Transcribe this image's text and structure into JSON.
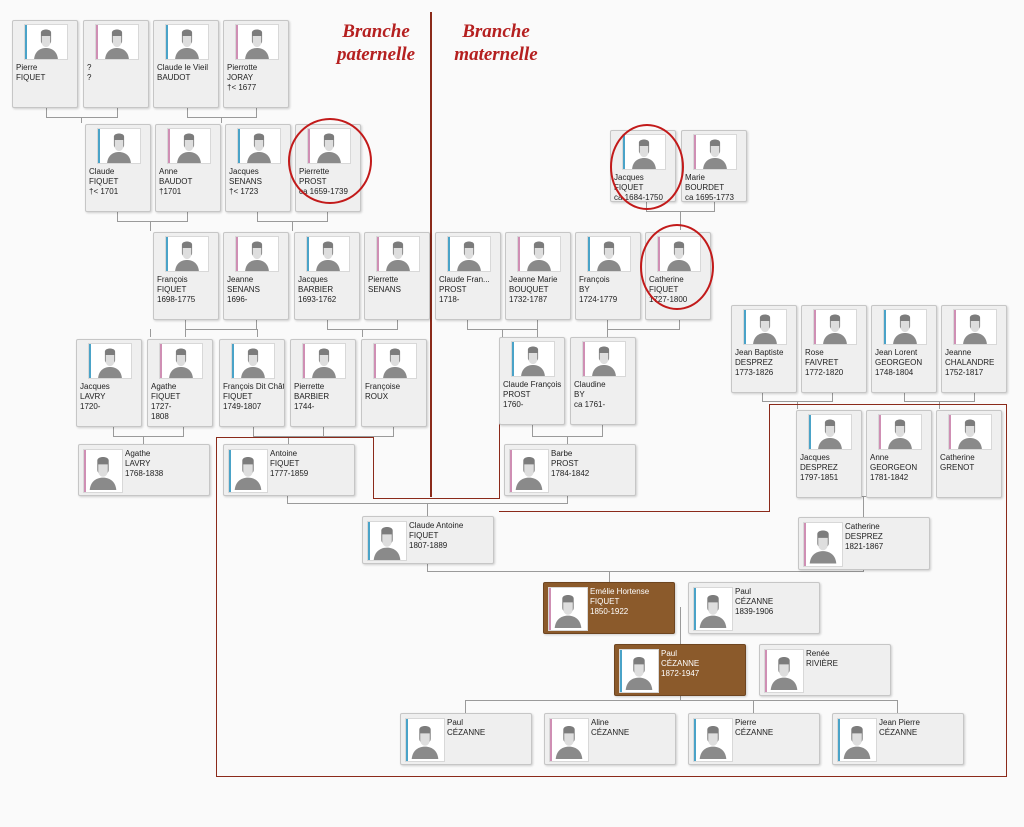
{
  "headings": {
    "paternal": "Branche\npaternelle",
    "maternal": "Branche\nmaternelle"
  },
  "colors": {
    "male": "#4aa3c8",
    "female": "#cf8fb4",
    "highlight": "#8b5a2b",
    "boundary": "#8b2a1a",
    "oval": "#c21a1a"
  },
  "people": [
    {
      "id": "pierre-fiquet",
      "text": "Pierre\nFIQUET",
      "sex": "male"
    },
    {
      "id": "unknown",
      "text": "?\n?",
      "sex": "female"
    },
    {
      "id": "claude-le-vieil-baudot",
      "text": "Claude le Vieil\nBAUDOT",
      "sex": "male"
    },
    {
      "id": "pierrotte-joray",
      "text": "Pierrotte\nJORAY\n†< 1677",
      "sex": "female"
    },
    {
      "id": "claude-fiquet",
      "text": "Claude\nFIQUET\n†< 1701",
      "sex": "male"
    },
    {
      "id": "anne-baudot",
      "text": "Anne\nBAUDOT\n†1701",
      "sex": "female"
    },
    {
      "id": "jacques-senans",
      "text": "Jacques\nSENANS\n†< 1723",
      "sex": "male"
    },
    {
      "id": "pierrette-prost",
      "text": "Pierrette\nPROST\nca 1659-1739",
      "sex": "female"
    },
    {
      "id": "jacques-fiquet",
      "text": "Jacques\nFIQUET\nca 1684-1750",
      "sex": "male"
    },
    {
      "id": "marie-bourdet",
      "text": "Marie\nBOURDET\nca 1695-1773",
      "sex": "female"
    },
    {
      "id": "francois-fiquet",
      "text": "François\nFIQUET\n1698-1775",
      "sex": "male"
    },
    {
      "id": "jeanne-senans",
      "text": "Jeanne\nSENANS\n1696-",
      "sex": "female"
    },
    {
      "id": "jacques-barbier",
      "text": "Jacques\nBARBIER\n1693-1762",
      "sex": "male"
    },
    {
      "id": "pierrette-senans",
      "text": "Pierrette\nSENANS",
      "sex": "female"
    },
    {
      "id": "claude-francois-prost-1718",
      "text": "Claude Fran...\nPROST\n1718-",
      "sex": "male"
    },
    {
      "id": "jeanne-marie-bouquet",
      "text": "Jeanne Marie\nBOUQUET\n1732-1787",
      "sex": "female"
    },
    {
      "id": "francois-by",
      "text": "François\nBY\n1724-1779",
      "sex": "male"
    },
    {
      "id": "catherine-fiquet",
      "text": "Catherine\nFIQUET\n1727-1800",
      "sex": "female"
    },
    {
      "id": "jean-baptiste-desprez",
      "text": "Jean Baptiste\nDESPREZ\n1773-1826",
      "sex": "male"
    },
    {
      "id": "rose-faivret",
      "text": "Rose\nFAIVRET\n1772-1820",
      "sex": "female"
    },
    {
      "id": "jean-lorent-georgeon",
      "text": "Jean Lorent\nGEORGEON\n1748-1804",
      "sex": "male"
    },
    {
      "id": "jeanne-chalandre",
      "text": "Jeanne\nCHALANDRE\n1752-1817",
      "sex": "female"
    },
    {
      "id": "jacques-lavry",
      "text": "Jacques\nLAVRY\n1720-",
      "sex": "male"
    },
    {
      "id": "agathe-fiquet",
      "text": "Agathe\nFIQUET\n1727-\n1808",
      "sex": "female"
    },
    {
      "id": "francois-dit-chat-fiquet",
      "text": "François Dit Chât\nFIQUET\n1749-1807",
      "sex": "male"
    },
    {
      "id": "pierrette-barbier",
      "text": "Pierrette\nBARBIER\n1744-",
      "sex": "female"
    },
    {
      "id": "francoise-roux",
      "text": "Françoise\nROUX",
      "sex": "female"
    },
    {
      "id": "claude-francois-prost-1760",
      "text": "Claude François\nPROST\n1760-",
      "sex": "male"
    },
    {
      "id": "claudine-by",
      "text": "Claudine\nBY\nca 1761-",
      "sex": "female"
    },
    {
      "id": "jacques-desprez",
      "text": "Jacques\nDESPREZ\n1797-1851",
      "sex": "male"
    },
    {
      "id": "anne-georgeon",
      "text": "Anne\nGEORGEON\n1781-1842",
      "sex": "female"
    },
    {
      "id": "catherine-grenot",
      "text": "Catherine\nGRENOT",
      "sex": "female"
    },
    {
      "id": "agathe-lavry",
      "text": "Agathe\nLAVRY\n1768-1838",
      "sex": "female"
    },
    {
      "id": "antoine-fiquet",
      "text": "Antoine\nFIQUET\n1777-1859",
      "sex": "male"
    },
    {
      "id": "barbe-prost",
      "text": "Barbe\nPROST\n1784-1842",
      "sex": "female"
    },
    {
      "id": "claude-antoine-fiquet",
      "text": "Claude Antoine\nFIQUET\n1807-1889",
      "sex": "male"
    },
    {
      "id": "catherine-desprez",
      "text": "Catherine\nDESPREZ\n1821-1867",
      "sex": "female"
    },
    {
      "id": "emilie-hortense-fiquet",
      "text": "Emélie Hortense\nFIQUET\n1850-1922",
      "sex": "female",
      "highlight": true
    },
    {
      "id": "paul-cezanne-1839",
      "text": "Paul\nCÉZANNE\n1839-1906",
      "sex": "male"
    },
    {
      "id": "paul-cezanne-1872",
      "text": "Paul\nCÉZANNE\n1872-1947",
      "sex": "male",
      "highlight": true
    },
    {
      "id": "renee-riviere",
      "text": "Renée\nRIVIÈRE",
      "sex": "female"
    },
    {
      "id": "paul-cezanne-child",
      "text": "Paul\nCÉZANNE",
      "sex": "male"
    },
    {
      "id": "aline-cezanne",
      "text": "Aline\nCÉZANNE",
      "sex": "female"
    },
    {
      "id": "pierre-cezanne",
      "text": "Pierre\nCÉZANNE",
      "sex": "male"
    },
    {
      "id": "jean-pierre-cezanne",
      "text": "Jean Pierre\nCÉZANNE",
      "sex": "male"
    }
  ]
}
